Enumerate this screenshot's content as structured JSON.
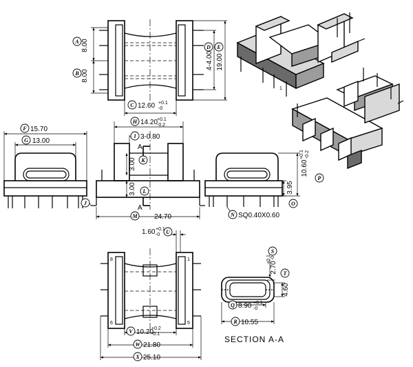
{
  "callouts": {
    "A": "A",
    "B": "B",
    "C": "C",
    "D": "D",
    "E": "E",
    "F": "F",
    "G": "G",
    "H": "H",
    "I": "I",
    "J": "J",
    "K": "K",
    "L": "L",
    "M": "M",
    "N": "N",
    "O": "O",
    "P": "P",
    "Q": "Q",
    "R": "R",
    "S": "S",
    "T": "T",
    "U": "U",
    "V": "V",
    "W": "W",
    "X": "X"
  },
  "dims": {
    "A": "8.00",
    "B": "8.00",
    "C": "12.60",
    "C_tol_up": "+0.1",
    "C_tol_dn": "-0",
    "D": "4-4.00",
    "E": "19.00",
    "F": "15.70",
    "G": "13.00",
    "H": "14.20",
    "H_tol_up": "+0.1",
    "H_tol_dn": "-0.2",
    "I": "3-0.80",
    "K": "3.00",
    "L": "3.00",
    "M": "24.70",
    "N": "SQ0.40X0.60",
    "O": "3.95",
    "P": "10.60",
    "P_tol_up": "+0.1",
    "P_tol_dn": "-0.2",
    "Q": "8.90",
    "Q_tol_up": "+0.1",
    "Q_tol_dn": "-0",
    "R": "10.55",
    "S": "2.70",
    "S_tol_up": "+0.1",
    "S_tol_dn": "-0",
    "T": "4.60",
    "U": "1.60",
    "U_tol_up": "+0.1",
    "U_tol_dn": "-0",
    "V": "10.20",
    "V_tol_up": "+0.2",
    "V_tol_dn": "-0.1",
    "W": "21.80",
    "X": "25.10"
  },
  "section_marks": {
    "top": "A",
    "bottom": "A"
  },
  "pin_numbers": {
    "p8": "8",
    "p1": "1",
    "p6": "6",
    "p5": "5"
  },
  "iso_pin_label": "1",
  "section_title": "SECTION A-A"
}
